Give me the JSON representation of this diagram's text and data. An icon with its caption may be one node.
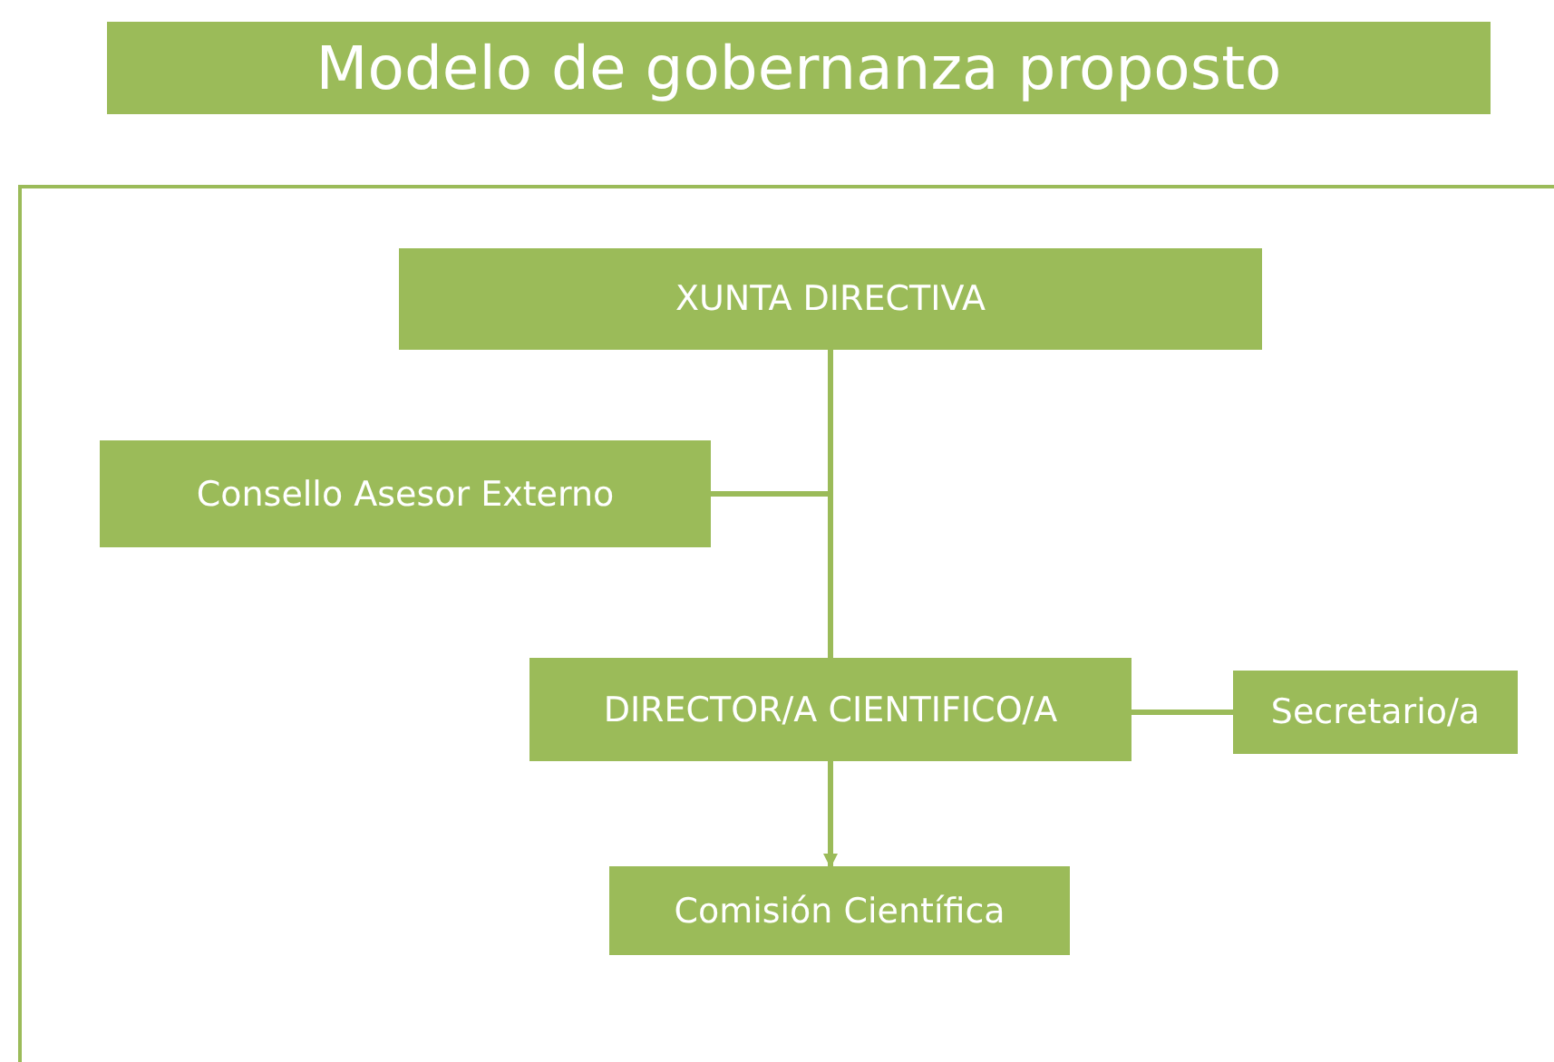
{
  "diagram": {
    "title": "Modelo de gobernanza proposto",
    "nodes": [
      {
        "text": [
          "XUNTA DIRECTIVA"
        ]
      },
      {
        "text": [
          "Consello Asesor Externo"
        ]
      },
      {
        "text": [
          "DIRECTOR/A CIENTIFICO/A"
        ]
      },
      {
        "text": [
          "Secretario/a"
        ]
      },
      {
        "text": [
          "Comisión Científica"
        ]
      }
    ],
    "edges": [
      {
        "from": 0,
        "to": 2,
        "arrow": "none"
      },
      {
        "from": 1,
        "to": 0,
        "arrow": "none"
      },
      {
        "from": 2,
        "to": 3,
        "arrow": "none"
      },
      {
        "from": 2,
        "to": 4,
        "arrow": "to"
      }
    ]
  }
}
